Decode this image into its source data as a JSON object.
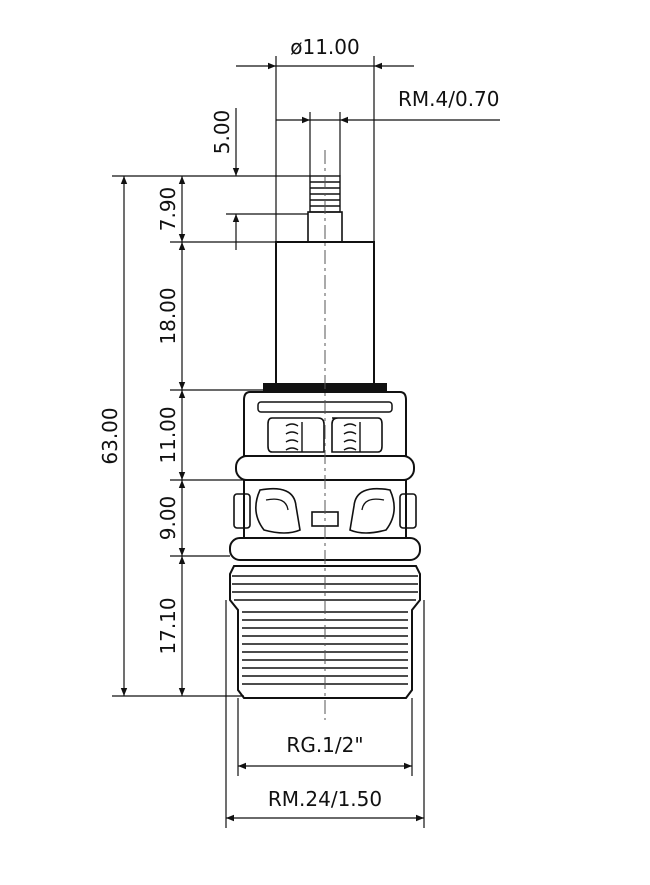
{
  "colors": {
    "line": "#111111",
    "background": "#ffffff",
    "centerline": "#555555"
  },
  "dimensions": {
    "diameter": "ø11.00",
    "stem_thread": "RM.4/0.70",
    "d_5": "5.00",
    "d_7_9": "7.90",
    "d_18": "18.00",
    "d_11": "11.00",
    "d_9": "9.00",
    "d_17_1": "17.10",
    "overall": "63.00",
    "body_thread": "RG.1/2\"",
    "outer_thread": "RM.24/1.50"
  }
}
